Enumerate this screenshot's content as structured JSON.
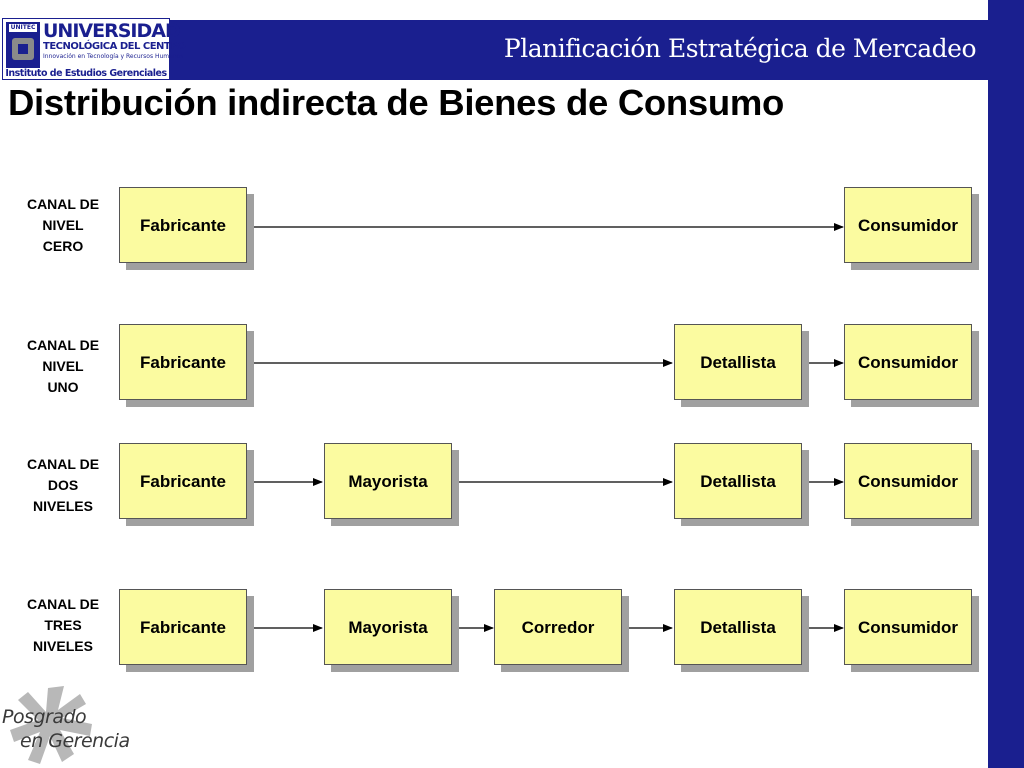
{
  "header": {
    "title": "Planificación Estratégica de Mercadeo",
    "logo": {
      "tag": "UNITEC",
      "name": "UNIVERSIDAD",
      "subname": "TECNOLÓGICA DEL CENTRO",
      "tagline": "Innovación en Tecnología y Recursos Humanos",
      "institute": "Instituto de Estudios Gerenciales"
    }
  },
  "slide": {
    "title": "Distribución indirecta de Bienes de Consumo"
  },
  "rows": [
    {
      "label": [
        "CANAL DE",
        "NIVEL",
        "CERO"
      ]
    },
    {
      "label": [
        "CANAL DE",
        "NIVEL",
        "UNO"
      ]
    },
    {
      "label": [
        "CANAL DE",
        "DOS",
        "NIVELES"
      ]
    },
    {
      "label": [
        "CANAL DE",
        "TRES",
        "NIVELES"
      ]
    }
  ],
  "nodes": {
    "fabricante": "Fabricante",
    "mayorista": "Mayorista",
    "corredor": "Corredor",
    "detallista": "Detallista",
    "consumidor": "Consumidor"
  },
  "footer": {
    "line1": "Posgrado",
    "line2": "en Gerencia"
  },
  "colors": {
    "brand_blue": "#1a1f8f",
    "box_fill": "#fbfba0",
    "box_shadow": "#a0a0a0"
  }
}
